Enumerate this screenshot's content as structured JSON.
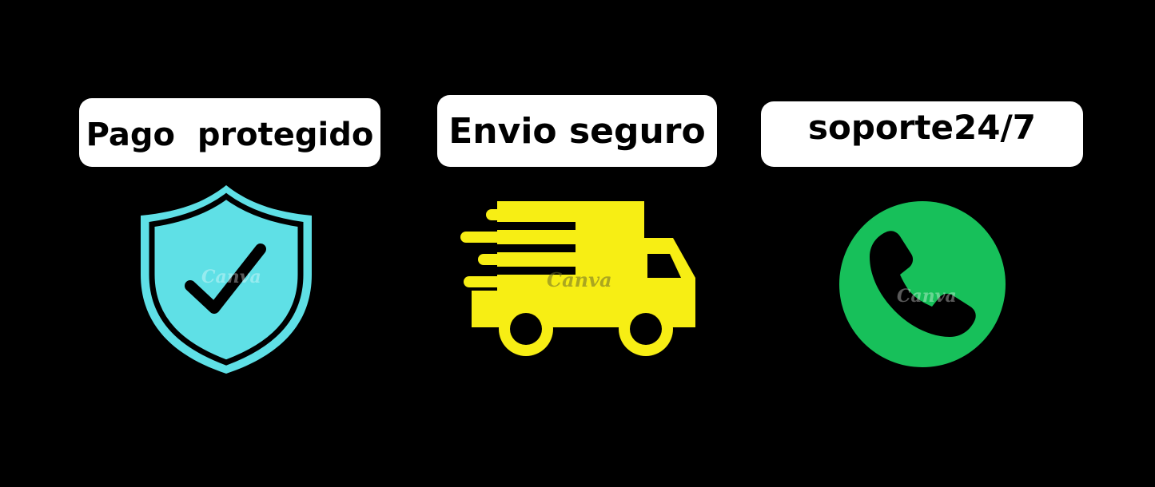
{
  "features": [
    {
      "label": "Pago  protegido",
      "icon": "shield-check-icon",
      "color": "#5fe0e6"
    },
    {
      "label": "Envio seguro",
      "icon": "delivery-truck-icon",
      "color": "#f7ee14"
    },
    {
      "label": "soporte24/7",
      "icon": "phone-icon",
      "color": "#17c05a"
    }
  ],
  "watermark": "Canva"
}
